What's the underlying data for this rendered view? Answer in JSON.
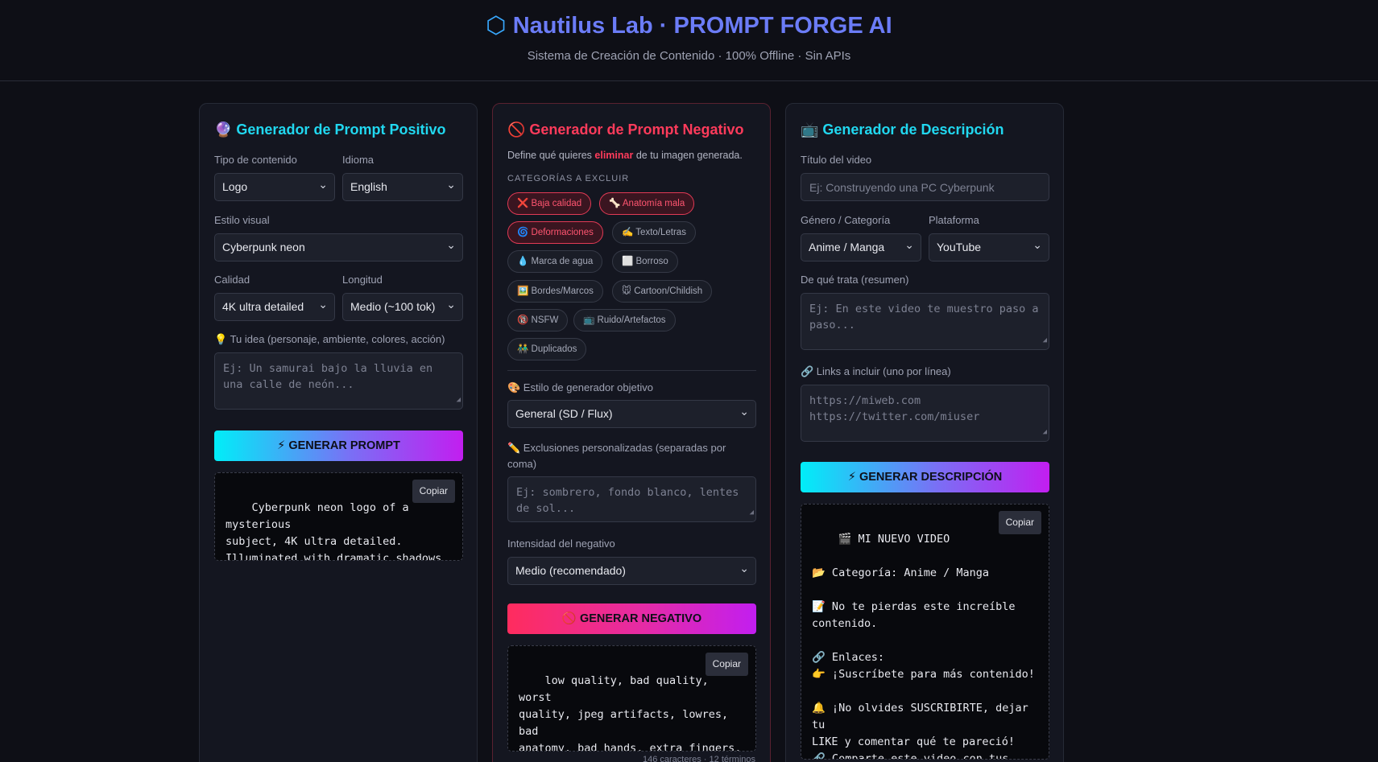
{
  "header": {
    "title_icon": "⬡",
    "title": "Nautilus Lab · PROMPT FORGE AI",
    "subtitle": "Sistema de Creación de Contenido · 100% Offline · Sin APIs"
  },
  "positive": {
    "title": "🔮 Generador de Prompt Positivo",
    "content_type_label": "Tipo de contenido",
    "content_type_value": "Logo",
    "language_label": "Idioma",
    "language_value": "English",
    "style_label": "Estilo visual",
    "style_value": "Cyberpunk neon",
    "quality_label": "Calidad",
    "quality_value": "4K ultra detailed",
    "length_label": "Longitud",
    "length_value": "Medio (~100 tok)",
    "idea_label": "💡 Tu idea (personaje, ambiente, colores, acción)",
    "idea_placeholder": "Ej: Un samurai bajo la lluvia en\nuna calle de neón...",
    "button": "⚡ GENERAR PROMPT",
    "output": "Cyberpunk neon logo of a mysterious\nsubject, 4K ultra detailed.\nIlluminated with dramatic shadows,\ncaptured with low angle.",
    "copy": "Copiar"
  },
  "negative": {
    "title": "🚫 Generador de Prompt Negativo",
    "desc_pre": "Define qué quieres ",
    "desc_bold": "eliminar",
    "desc_post": " de tu imagen generada.",
    "categories_label": "CATEGORÍAS A EXCLUIR",
    "chips": [
      {
        "label": "❌ Baja calidad",
        "active": true
      },
      {
        "label": "🦴 Anatomía mala",
        "active": true
      },
      {
        "label": "🌀 Deformaciones",
        "active": true
      },
      {
        "label": "✍️ Texto/Letras",
        "active": false
      },
      {
        "label": "💧 Marca de agua",
        "active": false
      },
      {
        "label": "⬜ Borroso",
        "active": false
      },
      {
        "label": "🖼️ Bordes/Marcos",
        "active": false
      },
      {
        "label": "🐭 Cartoon/Childish",
        "active": false
      },
      {
        "label": "🔞 NSFW",
        "active": false
      },
      {
        "label": "📺 Ruido/Artefactos",
        "active": false
      },
      {
        "label": "👬 Duplicados",
        "active": false
      }
    ],
    "gen_style_label": "🎨 Estilo de generador objetivo",
    "gen_style_value": "General (SD / Flux)",
    "custom_label": "✏️ Exclusiones personalizadas (separadas por\ncoma)",
    "custom_placeholder": "Ej: sombrero, fondo blanco, lentes\nde sol...",
    "intensity_label": "Intensidad del negativo",
    "intensity_value": "Medio (recomendado)",
    "button": "🚫 GENERAR NEGATIVO",
    "output": "low quality, bad quality, worst\nquality, jpeg artifacts, lowres, bad\nanatomy, bad hands, extra fingers,\nmissing fingers, deformed, ugly,\nmalformed",
    "copy": "Copiar",
    "counter": "146 caracteres · 12 términos"
  },
  "description": {
    "title": "📺 Generador de Descripción",
    "video_title_label": "Título del video",
    "video_title_placeholder": "Ej: Construyendo una PC Cyberpunk",
    "genre_label": "Género / Categoría",
    "genre_value": "Anime / Manga",
    "platform_label": "Plataforma",
    "platform_value": "YouTube",
    "summary_label": "De qué trata (resumen)",
    "summary_placeholder": "Ej: En este video te muestro paso a\npaso...",
    "links_label": "🔗 Links a incluir (uno por línea)",
    "links_placeholder": "https://miweb.com\nhttps://twitter.com/miuser",
    "button": "⚡ GENERAR DESCRIPCIÓN",
    "output": "🎬 MI NUEVO VIDEO\n\n📂 Categoría: Anime / Manga\n\n📝 No te pierdas este increíble\ncontenido.\n\n🔗 Enlaces:\n👉 ¡Suscríbete para más contenido!\n\n🔔 ¡No olvides SUSCRIBIRTE, dejar tu\nLIKE y comentar qué te pareció!\n🔗 Comparte este video con tus\namigos.",
    "copy": "Copiar"
  }
}
